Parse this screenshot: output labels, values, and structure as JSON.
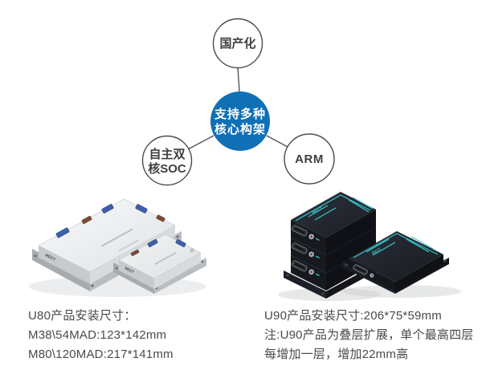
{
  "diagram": {
    "center": {
      "line1": "支持多种",
      "line2": "核心构架"
    },
    "top": {
      "label": "国产化"
    },
    "left": {
      "line1": "自主双",
      "line2": "核SOC"
    },
    "right": {
      "label": "ARM"
    },
    "colors": {
      "center_fill": "#1070B6",
      "circle_border": "#4a4a4a",
      "connector_line": "#555555"
    }
  },
  "products": {
    "u80": {
      "brand": "RECT",
      "caption": [
        "U80产品安装尺寸：",
        "M38\\54MAD:123*142mm",
        "M80\\120MAD:217*141mm"
      ]
    },
    "u90": {
      "brand": "RECT",
      "caption": [
        "U90产品安装尺寸:206*75*59mm",
        "注:U90产品为叠层扩展，单个最高四层",
        "每增加一层，增加22mm高"
      ]
    }
  },
  "colors": {
    "accent_cyan": "#38C7CC",
    "product_black": "#17191E",
    "product_silver": "#E8EAEC",
    "caption_text": "#4A4A4A"
  }
}
